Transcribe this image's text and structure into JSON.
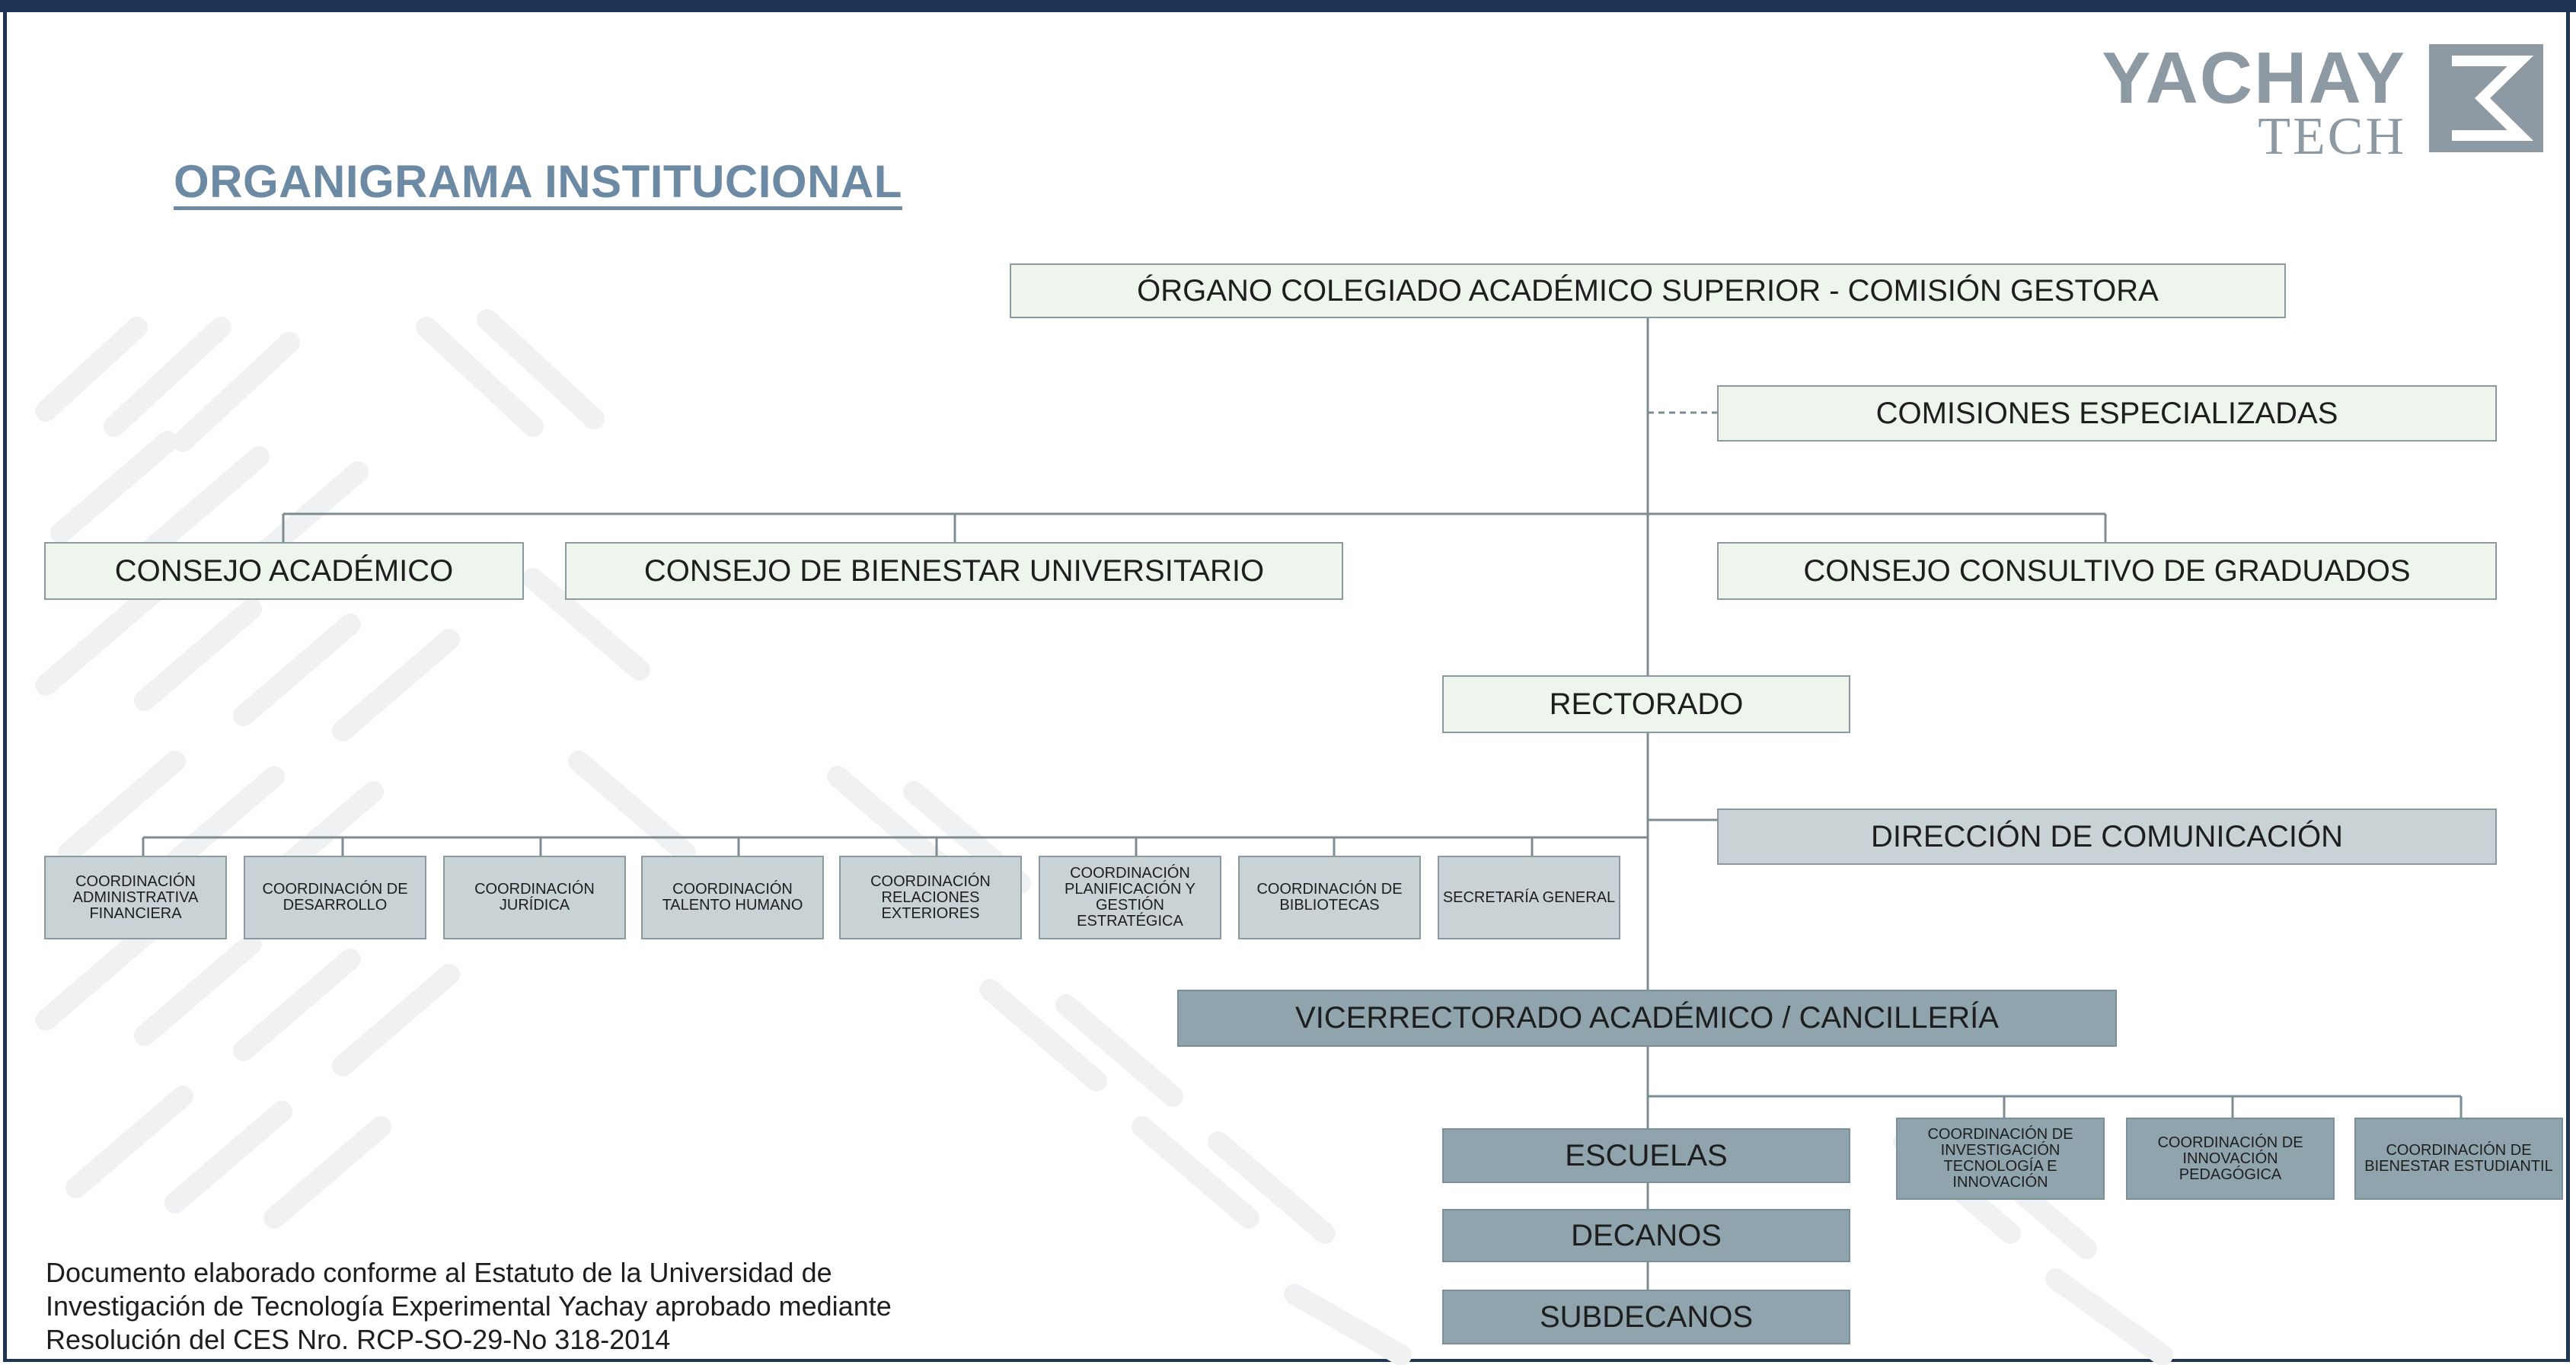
{
  "title": "ORGANIGRAMA INSTITUCIONAL",
  "logo": {
    "line1": "YACHAY",
    "line2": "TECH"
  },
  "nodes": {
    "ocas": "ÓRGANO COLEGIADO ACADÉMICO SUPERIOR - COMISIÓN GESTORA",
    "comisiones": "COMISIONES ESPECIALIZADAS",
    "consejo_academico": "CONSEJO ACADÉMICO",
    "consejo_bienestar": "CONSEJO DE BIENESTAR UNIVERSITARIO",
    "consejo_graduados": "CONSEJO CONSULTIVO DE GRADUADOS",
    "rectorado": "RECTORADO",
    "direccion_comunicacion": "DIRECCIÓN DE COMUNICACIÓN",
    "vicerrectorado": "VICERRECTORADO ACADÉMICO / CANCILLERÍA",
    "escuelas": "ESCUELAS",
    "decanos": "DECANOS",
    "subdecanos": "SUBDECANOS",
    "coord_admin": "COORDINACIÓN ADMINISTRATIVA FINANCIERA",
    "coord_desarrollo": "COORDINACIÓN DE DESARROLLO",
    "coord_juridica": "COORDINACIÓN JURÍDICA",
    "coord_talento": "COORDINACIÓN TALENTO HUMANO",
    "coord_relaciones": "COORDINACIÓN RELACIONES EXTERIORES",
    "coord_planificacion": "COORDINACIÓN PLANIFICACIÓN Y GESTIÓN ESTRATÉGICA",
    "coord_bibliotecas": "COORDINACIÓN DE BIBLIOTECAS",
    "secretaria": "SECRETARÍA GENERAL",
    "coord_investigacion": "COORDINACIÓN DE INVESTIGACIÓN TECNOLOGÍA E INNOVACIÓN",
    "coord_innovacion": "COORDINACIÓN DE INNOVACIÓN PEDAGÓGICA",
    "coord_bienestar": "COORDINACIÓN DE BIENESTAR ESTUDIANTIL"
  },
  "footnote": {
    "line1": "Documento elaborado conforme al Estatuto de la Universidad de",
    "line2": "Investigación de Tecnología Experimental Yachay aprobado mediante",
    "line3": "Resolución del CES Nro. RCP-SO-29-No 318-2014"
  },
  "colors": {
    "title": "#6d8aa5",
    "frame": "#1f3556",
    "green_box": "#eef5ec",
    "gray_box": "#c9d2d5",
    "dark_box": "#8fa4ad"
  }
}
